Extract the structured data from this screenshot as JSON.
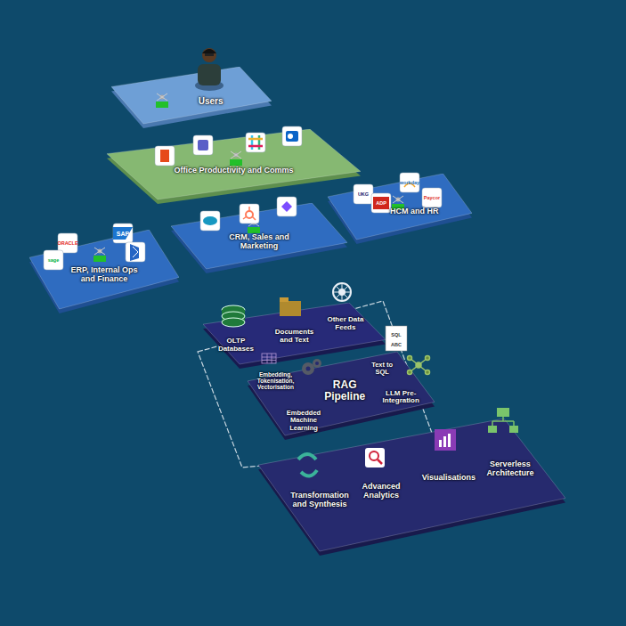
{
  "diagram": {
    "nodes": [
      {
        "text": [
          "Users"
        ]
      },
      {
        "text": [
          "Office Productivity and Comms"
        ]
      },
      {
        "text": [
          "HCM and HR"
        ]
      },
      {
        "text": [
          "CRM, Sales and Marketing"
        ]
      },
      {
        "text": [
          "ERP, Internal Ops and Finance"
        ]
      },
      {
        "text": [
          "OLTP Databases",
          "Documents and Text",
          "Other Data Feeds"
        ]
      },
      {
        "text": [
          "Embedding, Tokenisation, Vectorisation",
          "Text to SQL",
          "RAG Pipeline",
          "LLM Pre-Integration",
          "Embedded Machine Learning"
        ]
      },
      {
        "text": [
          "Transformation and Synthesis",
          "Advanced Analytics",
          "Visualisations",
          "Serverless Architecture"
        ]
      }
    ],
    "labels": [
      "ORACLE",
      "SAP",
      "sage",
      "UKG",
      "ADP",
      "workday",
      "Paycor",
      "SQL",
      "ABC"
    ]
  }
}
